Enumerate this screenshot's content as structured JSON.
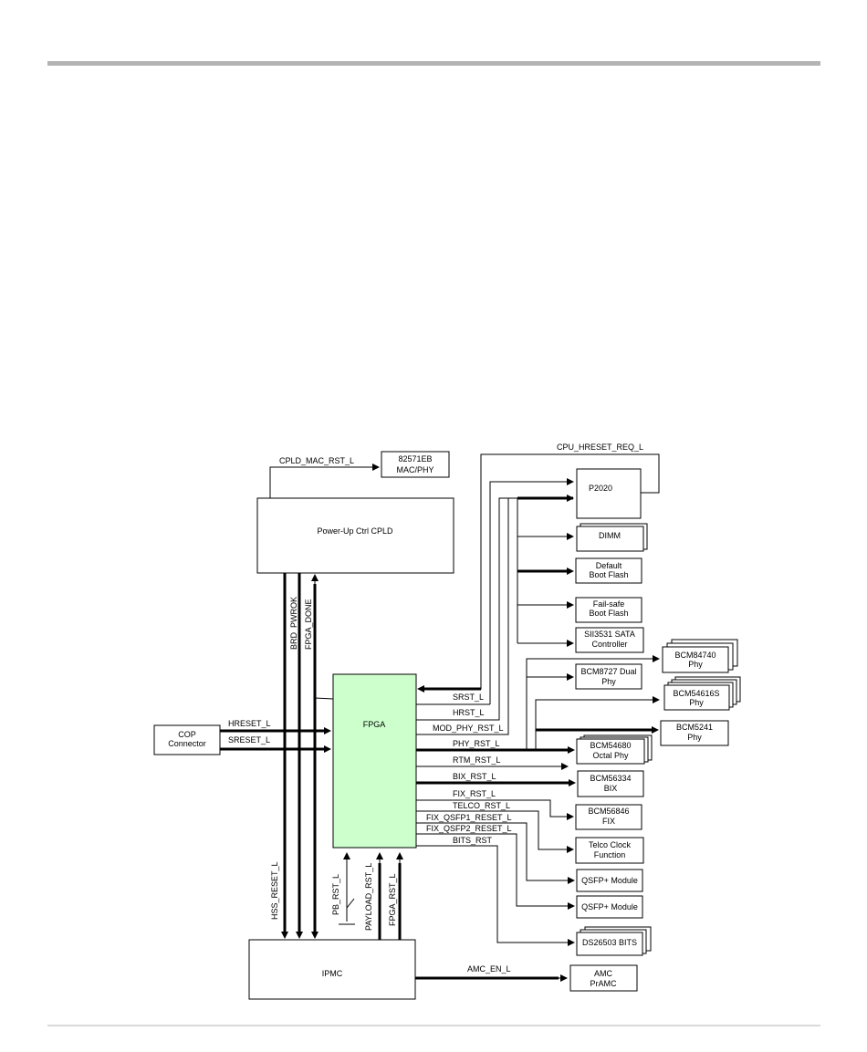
{
  "blocks": {
    "cpld": "Power-Up Ctrl CPLD",
    "mac_l1": "82571EB",
    "mac_l2": "MAC/PHY",
    "fpga": "FPGA",
    "cop_l1": "COP",
    "cop_l2": "Connector",
    "ipmc": "IPMC",
    "amc_l1": "AMC",
    "amc_l2": "PrAMC",
    "p2020": "P2020",
    "dimm": "DIMM",
    "default_flash_l1": "Default",
    "default_flash_l2": "Boot Flash",
    "failsafe_flash_l1": "Fail-safe",
    "failsafe_flash_l2": "Boot Flash",
    "sata_l1": "SII3531 SATA",
    "sata_l2": "Controller",
    "bcm84740_l1": "BCM84740",
    "bcm84740_l2": "Phy",
    "bcm8727_l1": "BCM8727 Dual",
    "bcm8727_l2": "Phy",
    "bcm54616_l1": "BCM54616S",
    "bcm54616_l2": "Phy",
    "bcm5241_l1": "BCM5241",
    "bcm5241_l2": "Phy",
    "bcm54680_l1": "BCM54680",
    "bcm54680_l2": "Octal Phy",
    "bcm56334_l1": "BCM56334",
    "bcm56334_l2": "BIX",
    "bcm56846_l1": "BCM56846",
    "bcm56846_l2": "FIX",
    "telco_l1": "Telco Clock",
    "telco_l2": "Function",
    "qsfp1": "QSFP+ Module",
    "qsfp2": "QSFP+ Module",
    "ds26503": "DS26503 BITS"
  },
  "signals": {
    "cpld_mac_rst": "CPLD_MAC_RST_L",
    "cpu_hreset_req": "CPU_HRESET_REQ_L",
    "brd_pwrok": "BRD_PWROK",
    "fpga_done": "FPGA_DONE",
    "hreset": "HRESET_L",
    "sreset": "SRESET_L",
    "srst": "SRST_L",
    "hrst": "HRST_L",
    "mod_phy_rst": "MOD_PHY_RST_L",
    "phy_rst": "PHY_RST_L",
    "rtm_rst": "RTM_RST_L",
    "bix_rst": "BIX_RST_L",
    "fix_rst": "FIX_RST_L",
    "telco_rst": "TELCO_RST_L",
    "fix_qsfp1": "FIX_QSFP1_RESET_L",
    "fix_qsfp2": "FIX_QSFP2_RESET_L",
    "bits_rst": "BITS_RST",
    "hss_reset": "HSS_RESET_L",
    "pb_rst": "PB_RST_L",
    "payload_rst": "PAYLOAD_RST_L",
    "fpga_rst": "FPGA_RST_L",
    "amc_en": "AMC_EN_L"
  }
}
